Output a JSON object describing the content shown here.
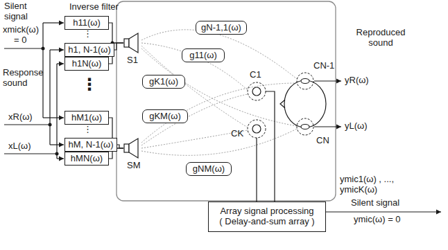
{
  "diagram": {
    "nodes": [
      {
        "text": [
          "h11(ω)"
        ]
      },
      {
        "text": [
          "h1, N-1(ω)"
        ]
      },
      {
        "text": [
          "h1N(ω)"
        ]
      },
      {
        "text": [
          "hM1(ω)"
        ]
      },
      {
        "text": [
          "hM, N-1(ω)"
        ]
      },
      {
        "text": [
          "hMN(ω)"
        ]
      },
      {
        "text": [
          "S1"
        ]
      },
      {
        "text": [
          "SM"
        ]
      },
      {
        "text": [
          "gN-1,1(ω)"
        ]
      },
      {
        "text": [
          "g11(ω)"
        ]
      },
      {
        "text": [
          "gK1(ω)"
        ]
      },
      {
        "text": [
          "gKM(ω)"
        ]
      },
      {
        "text": [
          "gNM(ω)"
        ]
      },
      {
        "text": [
          "Array signal processing",
          "( Delay-and-sum array )"
        ]
      }
    ],
    "edges": [
      {
        "from": 0,
        "to": 6,
        "arrow": "none"
      },
      {
        "from": 1,
        "to": 6,
        "arrow": "none"
      },
      {
        "from": 2,
        "to": 6,
        "arrow": "none"
      },
      {
        "from": 3,
        "to": 7,
        "arrow": "none"
      },
      {
        "from": 4,
        "to": 7,
        "arrow": "none"
      },
      {
        "from": 5,
        "to": 7,
        "arrow": "none"
      }
    ],
    "labels": [
      "Silent signal",
      "xmick(ω)",
      "= 0",
      "Inverse filter",
      "Response sound",
      "xR(ω)",
      "xL(ω)",
      "⋮",
      "⋮",
      "⋮",
      "Reproduced sound",
      "CN-1",
      "C1",
      "CK",
      "CN",
      "yR(ω)",
      "yL(ω)",
      "ymic1(ω) , ..., ymicK(ω)",
      "Silent signal",
      "ymic(ω) = 0"
    ]
  }
}
